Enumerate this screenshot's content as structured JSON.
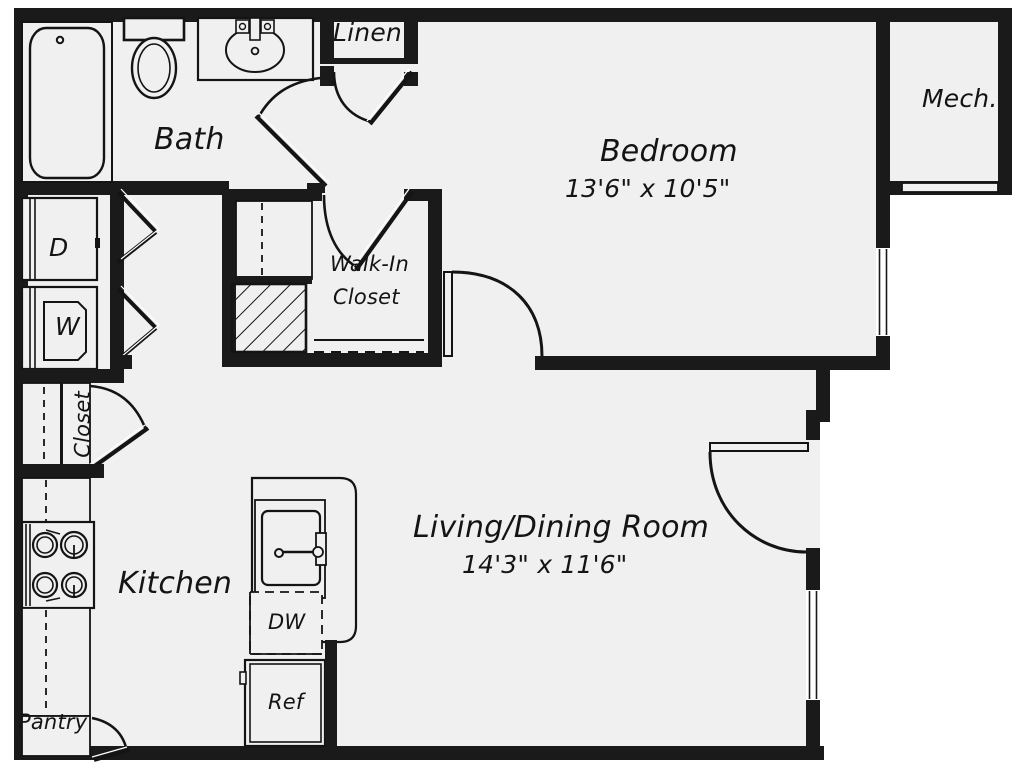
{
  "plan": {
    "title": "Apartment Floor Plan",
    "background_color": "#ffffff",
    "floor_fill": "#f0f0f0",
    "wall_color": "#1a1a1a",
    "line_color": "#141414",
    "text_color": "#141414"
  },
  "rooms": [
    {
      "id": "bath",
      "label": "Bath",
      "dimensions": ""
    },
    {
      "id": "linen",
      "label": "Linen",
      "dimensions": ""
    },
    {
      "id": "bedroom",
      "label": "Bedroom",
      "dimensions": "13'6\" x 10'5\""
    },
    {
      "id": "mech",
      "label": "Mech.",
      "dimensions": ""
    },
    {
      "id": "walkin",
      "label": "Walk-In\nCloset",
      "dimensions": ""
    },
    {
      "id": "walkin_l1",
      "label": "Walk-In",
      "dimensions": ""
    },
    {
      "id": "walkin_l2",
      "label": "Closet",
      "dimensions": ""
    },
    {
      "id": "closet",
      "label": "Closet",
      "dimensions": ""
    },
    {
      "id": "kitchen",
      "label": "Kitchen",
      "dimensions": ""
    },
    {
      "id": "pantry",
      "label": "Pantry",
      "dimensions": ""
    },
    {
      "id": "livingdining",
      "label": "Living/Dining Room",
      "dimensions": "14'3\" x 11'6\""
    }
  ],
  "labels": {
    "bath": "Bath",
    "linen": "Linen",
    "bedroom_name": "Bedroom",
    "bedroom_dims": "13'6\" x 10'5\"",
    "mech": "Mech.",
    "walkin_line1": "Walk-In",
    "walkin_line2": "Closet",
    "closet": "Closet",
    "kitchen": "Kitchen",
    "pantry": "Pantry",
    "living_name": "Living/Dining Room",
    "living_dims": "14'3\" x 11'6\"",
    "dryer": "D",
    "washer": "W",
    "dishwasher": "DW",
    "refrigerator": "Ref"
  },
  "fixtures": [
    {
      "id": "bathtub",
      "name": "bathtub",
      "label": ""
    },
    {
      "id": "toilet",
      "name": "toilet",
      "label": ""
    },
    {
      "id": "vanity-sink",
      "name": "vanity-sink",
      "label": ""
    },
    {
      "id": "dryer",
      "name": "dryer",
      "label": "D"
    },
    {
      "id": "washer",
      "name": "washer",
      "label": "W"
    },
    {
      "id": "range",
      "name": "range-cooktop",
      "label": ""
    },
    {
      "id": "kitchen-sink",
      "name": "kitchen-sink",
      "label": ""
    },
    {
      "id": "dishwasher",
      "name": "dishwasher",
      "label": "DW"
    },
    {
      "id": "refrigerator",
      "name": "refrigerator",
      "label": "Ref"
    }
  ],
  "doors": [
    {
      "id": "bath-door",
      "type": "swing"
    },
    {
      "id": "linen-door",
      "type": "swing"
    },
    {
      "id": "laundry-door-top",
      "type": "bifold"
    },
    {
      "id": "laundry-door-bot",
      "type": "bifold"
    },
    {
      "id": "walkin-door",
      "type": "swing"
    },
    {
      "id": "bedroom-door",
      "type": "swing"
    },
    {
      "id": "closet-door",
      "type": "swing"
    },
    {
      "id": "pantry-door",
      "type": "swing"
    },
    {
      "id": "entry-door",
      "type": "swing"
    },
    {
      "id": "mech-door",
      "type": "flat"
    }
  ],
  "windows": [
    {
      "id": "bedroom-window",
      "wall": "right"
    },
    {
      "id": "living-window",
      "wall": "right"
    }
  ]
}
